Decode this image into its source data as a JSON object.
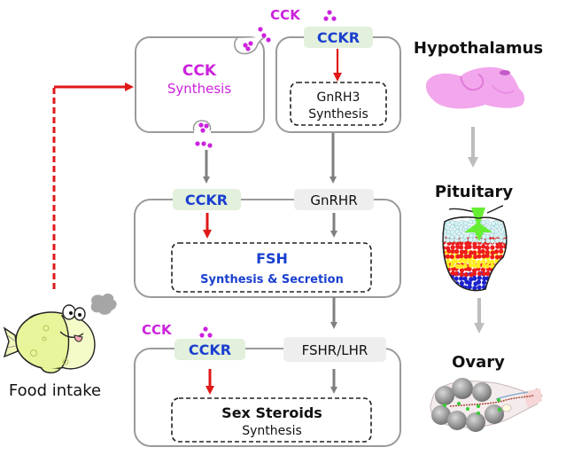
{
  "colors": {
    "cck_magenta": "#cc22dd",
    "receptor_blue": "#1a3fcf",
    "stimulatory_red": "#e01818",
    "arrow_gray": "#808080",
    "box_gray": "#9a9a9a",
    "receptor_bg_green": "#e2f0dc",
    "receptor_bg_gray": "#eeeeee"
  },
  "top_left_cell": {
    "title": "CCK",
    "subtitle": "Synthesis",
    "secreted_label": "CCK"
  },
  "top_right_cell": {
    "receptor": "CCKR",
    "inner_line1": "GnRH3",
    "inner_line2": "Synthesis"
  },
  "middle_cell": {
    "receptor_left": "CCKR",
    "receptor_right": "GnRHR",
    "inner_title": "FSH",
    "inner_subtitle": "Synthesis & Secretion"
  },
  "bottom_cell": {
    "ligand_label": "CCK",
    "receptor_left": "CCKR",
    "receptor_right": "FSHR/LHR",
    "inner_title": "Sex Steroids",
    "inner_subtitle": "Synthesis"
  },
  "food": {
    "label": "Food intake",
    "icon": "cartoon-fish"
  },
  "organs": [
    {
      "label": "Hypothalamus",
      "icon": "brain-section"
    },
    {
      "label": "Pituitary",
      "icon": "pituitary-gland"
    },
    {
      "label": "Ovary",
      "icon": "ovary-follicles"
    }
  ]
}
